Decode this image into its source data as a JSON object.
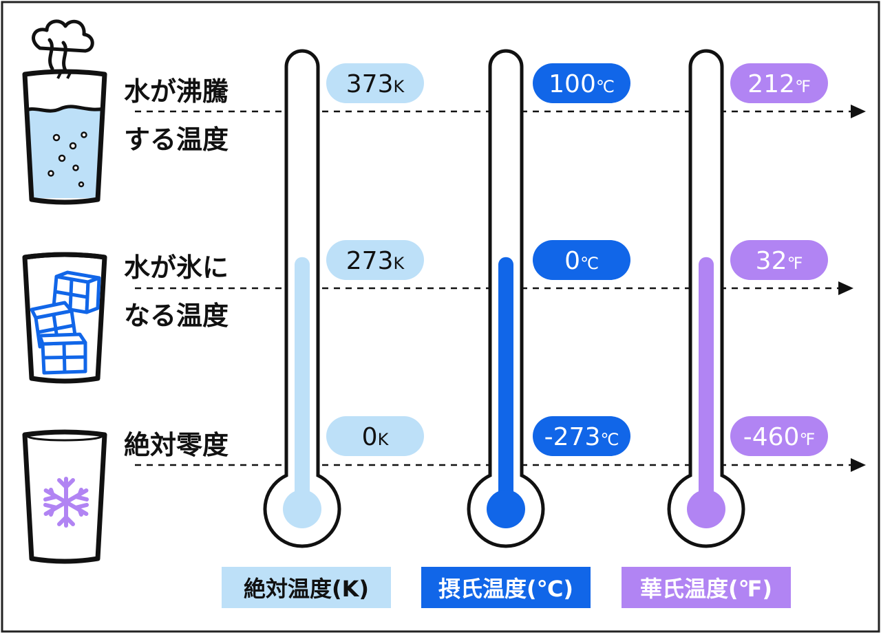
{
  "colors": {
    "kelvin": "#bde0f8",
    "celsius": "#1166e8",
    "fahrenheit": "#b184f3",
    "outline": "#111111",
    "water": "#bde0f8",
    "ice": "#1166e8",
    "snowflake": "#b184f3"
  },
  "rows": [
    {
      "label_lines": [
        "水が沸騰",
        "する温度"
      ],
      "icon": "boiling-water-glass-icon"
    },
    {
      "label_lines": [
        "水が氷に",
        "なる温度"
      ],
      "icon": "ice-water-glass-icon"
    },
    {
      "label_lines": [
        "絶対零度"
      ],
      "icon": "snowflake-glass-icon"
    }
  ],
  "scales": [
    {
      "key": "kelvin",
      "legend": "絶対温度(K)",
      "fill_level": 0.55,
      "readings": [
        {
          "value": "373",
          "unit": "K"
        },
        {
          "value": "273",
          "unit": "K"
        },
        {
          "value": "0",
          "unit": "K"
        }
      ]
    },
    {
      "key": "celsius",
      "legend": "摂氏温度(℃)",
      "fill_level": 0.55,
      "readings": [
        {
          "value": "100",
          "unit": "℃"
        },
        {
          "value": "0",
          "unit": "℃"
        },
        {
          "value": "-273",
          "unit": "℃"
        }
      ]
    },
    {
      "key": "fahrenheit",
      "legend": "華氏温度(℉)",
      "fill_level": 0.55,
      "readings": [
        {
          "value": "212",
          "unit": "℉"
        },
        {
          "value": "32",
          "unit": "℉"
        },
        {
          "value": "-460",
          "unit": "℉"
        }
      ]
    }
  ]
}
